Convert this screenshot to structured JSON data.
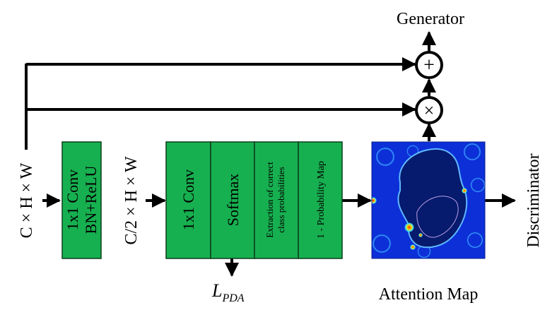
{
  "input_label": "C × H × W",
  "block1": {
    "line1": "1x1 Conv",
    "line2": "BN+ReLU"
  },
  "mid_label": "C/2 × H × W",
  "block2": {
    "conv": "1x1 Conv",
    "softmax": "Softmax",
    "extraction_line1": "Extraction of correct",
    "extraction_line2": "class probabilities",
    "inverse": "1 - Probability Map"
  },
  "loss_label": "L",
  "loss_subscript": "PDA",
  "attention_label": "Attention Map",
  "generator_label": "Generator",
  "discriminator_label": "Discriminator",
  "plus_symbol": "+",
  "times_symbol": "×",
  "colors": {
    "block_fill": "#17b050",
    "block_stroke": "#0a3d1c",
    "heatmap_background": "#0c2fd8",
    "heatmap_region": "#061a6e"
  },
  "icons": {
    "heatmap": "attention-heatmap-image",
    "plus": "plus-circle-icon",
    "times": "multiply-circle-icon"
  }
}
